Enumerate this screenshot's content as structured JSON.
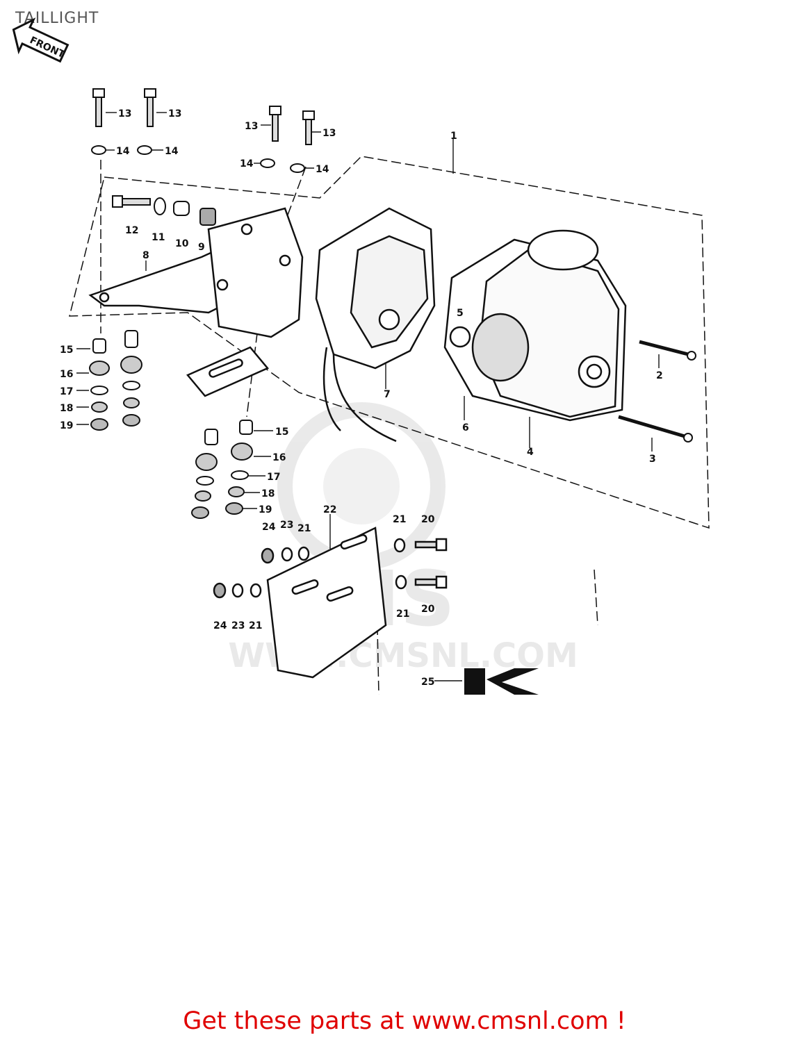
{
  "page": {
    "title": "TAILLIGHT",
    "front_badge": "FRONT",
    "footer_link": "Get these parts at www.cmsnl.com !"
  },
  "watermark": {
    "brand": "CMS",
    "url": "WWW.CMSNL.COM"
  },
  "callouts": [
    "1",
    "2",
    "3",
    "4",
    "5",
    "6",
    "7",
    "8",
    "9",
    "10",
    "11",
    "12",
    "13",
    "13",
    "13",
    "13",
    "14",
    "14",
    "14",
    "14",
    "15",
    "15",
    "16",
    "16",
    "17",
    "17",
    "18",
    "18",
    "19",
    "19",
    "20",
    "20",
    "21",
    "21",
    "21",
    "21",
    "22",
    "23",
    "23",
    "24",
    "24",
    "25"
  ],
  "colors": {
    "line": "#111111",
    "footer": "#e00000",
    "title": "#555555",
    "watermark": "#d8d8d8"
  }
}
